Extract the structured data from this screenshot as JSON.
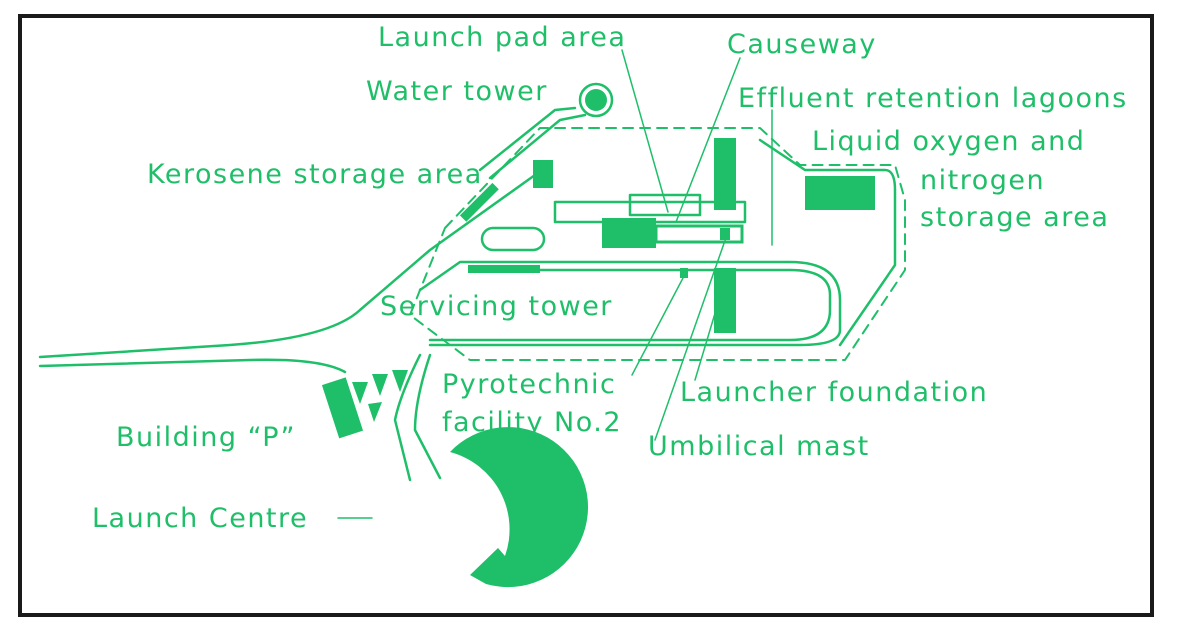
{
  "colors": {
    "accent": "#1fbf6a",
    "frame": "#1a1a1a",
    "background": "#ffffff"
  },
  "labels": {
    "launch_pad_area": "Launch pad area",
    "causeway": "Causeway",
    "water_tower": "Water tower",
    "effluent_lagoons": "Effluent retention lagoons",
    "liquid_oxygen_1": "Liquid oxygen and",
    "liquid_oxygen_2": "nitrogen",
    "liquid_oxygen_3": "storage area",
    "kerosene_storage": "Kerosene storage area",
    "servicing_tower": "Servicing tower",
    "pyrotechnic_1": "Pyrotechnic",
    "pyrotechnic_2": "facility No.2",
    "launcher_foundation": "Launcher foundation",
    "building_p": "Building “P”",
    "umbilical_mast": "Umbilical mast",
    "launch_centre": "Launch Centre"
  }
}
